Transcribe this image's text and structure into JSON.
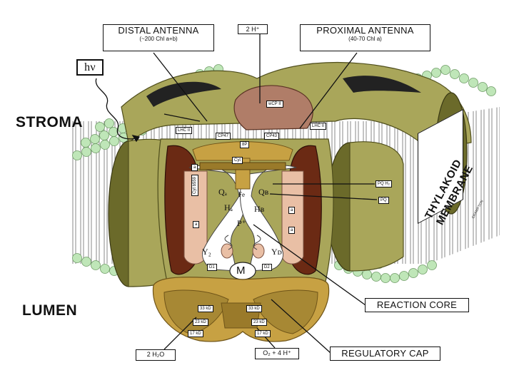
{
  "callouts": {
    "distal_antenna": {
      "title": "DISTAL ANTENNA",
      "sub": "(~200 Chl a+b)"
    },
    "proximal_antenna": {
      "title": "PROXIMAL ANTENNA",
      "sub": "(40-70 Chl a)"
    },
    "two_h_plus_top": "2 H⁺",
    "hv": "hν",
    "reaction_core": "REACTION CORE",
    "regulatory_cap": "REGULATORY CAP",
    "water": "2 H₂O",
    "oxygen": "O₂ + 4 H⁺"
  },
  "regions": {
    "stroma": "STROMA",
    "lumen": "LUMEN",
    "membrane": "THYLAKOID MEMBRANE"
  },
  "subunits": {
    "lhc2_left": "LHC II",
    "lhc2_right": "LHC II",
    "wcp2": "wCP II",
    "cp47_a": "CP47",
    "cp47_b": "CP43",
    "a_p": "8P",
    "hcp": "Cyt",
    "qa": "Qₐ",
    "qb": "Qʙ",
    "fe": "Fe",
    "ha": "Hₐ",
    "hb": "Hʙ",
    "p680": "P⁺",
    "yz": "Y₂",
    "yd": "Yᴅ",
    "d1": "D1",
    "d2": "D2",
    "m": "M",
    "cyt559": "Cyt b559",
    "pqh2": "PQ H₂",
    "pq": "PQ",
    "ext33": "33 kD",
    "ext23": "23 kD",
    "ext17": "17 kD",
    "ext33b": "33 kD",
    "ext23b": "23 kD",
    "ext17b": "17 kD",
    "small_a": "a",
    "small_b": "a",
    "small_c": "a",
    "small_d": "a",
    "credit": "CRAMPTON"
  },
  "colors": {
    "olive_light": "#a9a65a",
    "olive_dark": "#6b6a2a",
    "brown_dark": "#6b2a14",
    "mauve": "#b07d68",
    "lipid_head": "#bfe6b8",
    "gold": "#c7a143",
    "gold_dark": "#9a7a2a",
    "peach": "#e9bfa5"
  }
}
